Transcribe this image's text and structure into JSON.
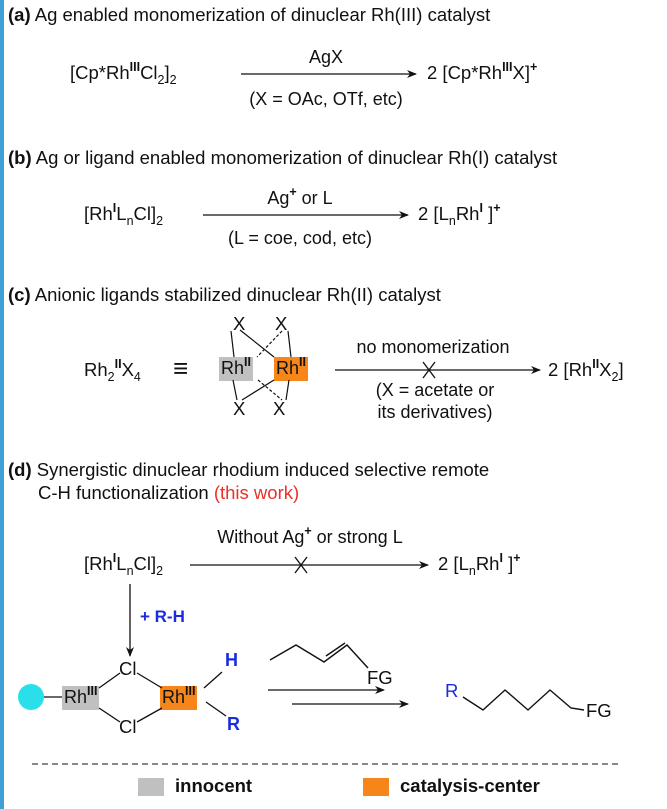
{
  "panel_a": {
    "label": "(a)",
    "title": "Ag enabled monomerization of dinuclear Rh(III) catalyst",
    "reactant": "[Cp*Rh",
    "reactant_ox": "III",
    "reactant_tail": "Cl",
    "reactant_sub2": "2",
    "reactant_close": "]",
    "reactant_sub": "2",
    "reagent": "AgX",
    "condition": "(X = OAc, OTf, etc)",
    "product_prefix": "2 [Cp*Rh",
    "product_ox": "III",
    "product_tail": "X]",
    "product_charge": "+"
  },
  "panel_b": {
    "label": "(b)",
    "title": "Ag or ligand enabled monomerization of dinuclear Rh(I) catalyst",
    "reactant": "[Rh",
    "reactant_ox": "I",
    "reactant_L": "L",
    "reactant_n": "n",
    "reactant_tail": "Cl]",
    "reactant_sub": "2",
    "reagent_main": "Ag",
    "reagent_charge": "+",
    "reagent_tail": " or L",
    "condition": "(L = coe, cod, etc)",
    "product_prefix": "2 [L",
    "product_n": "n",
    "product_rh": "Rh",
    "product_ox": "I",
    "product_close": " ]",
    "product_charge": "+"
  },
  "panel_c": {
    "label": "(c)",
    "title": "Anionic ligands stabilized dinuclear Rh(II) catalyst",
    "formula_rh": "Rh",
    "formula_sub": "2",
    "formula_ox": "II",
    "formula_x": "X",
    "formula_x_sub": "4",
    "equiv": "≡",
    "x_label": "X",
    "rh_left": "Rh",
    "rh_left_ox": "II",
    "rh_right": "Rh",
    "rh_right_ox": "II",
    "arrow_label": "no monomerization",
    "condition_line1": "(X = acetate or",
    "condition_line2": "its derivatives)",
    "product_prefix": "2 [Rh",
    "product_ox": "II",
    "product_tail": "X",
    "product_sub": "2",
    "product_close": "]"
  },
  "panel_d": {
    "label": "(d)",
    "title_line1": "Synergistic dinuclear rhodium induced selective remote",
    "title_line2": "C-H functionalization",
    "this_work": "(this work)",
    "reactant": "[Rh",
    "reactant_ox": "I",
    "reactant_L": "L",
    "reactant_n": "n",
    "reactant_tail": "Cl]",
    "reactant_sub": "2",
    "arrow_label_pre": "Without Ag",
    "arrow_label_charge": "+",
    "arrow_label_post": " or strong L",
    "product_prefix": "2 [L",
    "product_n": "n",
    "product_rh": "Rh",
    "product_ox": "I",
    "product_close": " ]",
    "product_charge": "+",
    "down_reagent": "+ R-H",
    "cl_top": "Cl",
    "cl_bottom": "Cl",
    "rh_left": "Rh",
    "rh_left_ox": "III",
    "rh_right": "Rh",
    "rh_right_ox": "III",
    "h_label": "H",
    "r_label": "R",
    "alkene_fg": "FG",
    "product_r": "R",
    "product_fg": "FG"
  },
  "legend": {
    "innocent": "innocent",
    "catalysis_center": "catalysis-center"
  },
  "colors": {
    "innocent": "#c0c0c0",
    "catalysis_center": "#f7861a",
    "highlight_red": "#e8312a",
    "reagent_blue": "#1b2cdf",
    "ligand_sphere": "#29e0ea"
  }
}
